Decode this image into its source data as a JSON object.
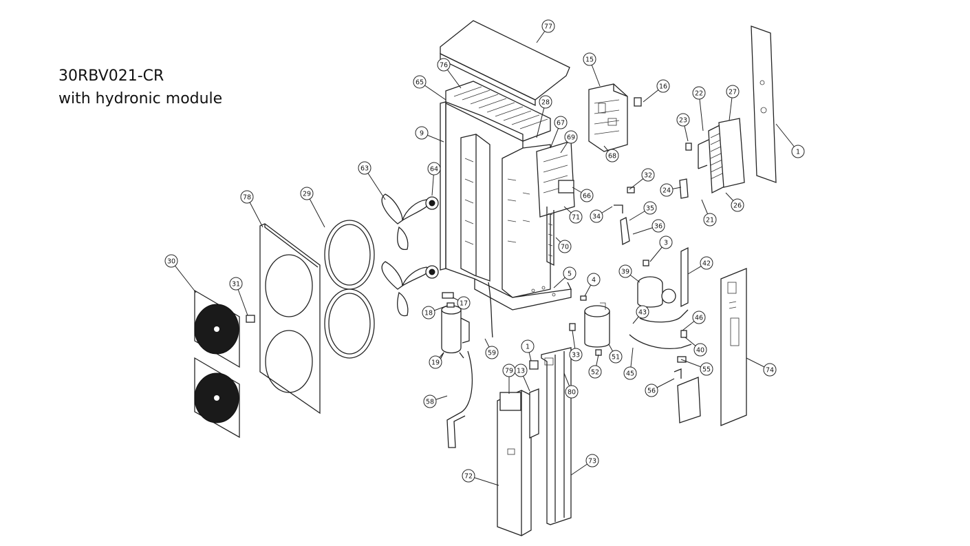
{
  "title": {
    "model": "30RBV021-CR",
    "subtitle": "with hydronic module"
  },
  "callouts": [
    "77",
    "76",
    "65",
    "9",
    "28",
    "67",
    "69",
    "15",
    "16",
    "68",
    "23",
    "22",
    "27",
    "1",
    "63",
    "64",
    "66",
    "71",
    "70",
    "5",
    "32",
    "34",
    "35",
    "36",
    "3",
    "24",
    "21",
    "26",
    "78",
    "29",
    "30",
    "31",
    "4",
    "17",
    "18",
    "39",
    "42",
    "43",
    "46",
    "40",
    "19",
    "59",
    "33",
    "51",
    "52",
    "45",
    "55",
    "56",
    "1",
    "13",
    "79",
    "80",
    "58",
    "74",
    "72",
    "73"
  ]
}
